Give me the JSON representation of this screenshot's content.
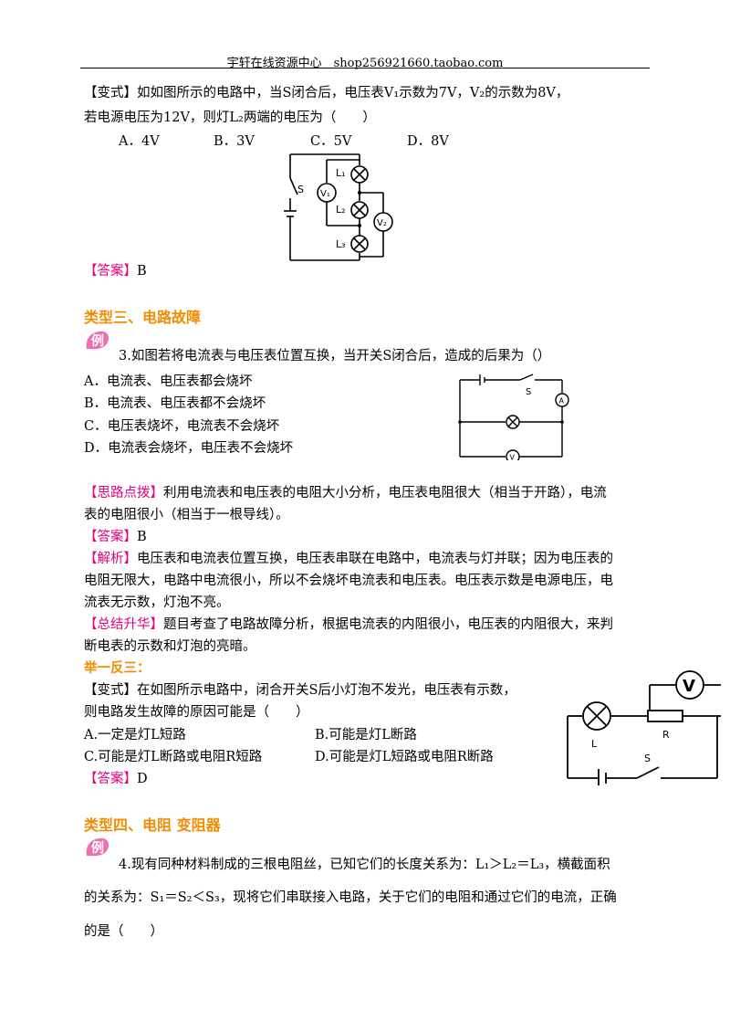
{
  "header": {
    "text": "宇轩在线资源中心　shop256921660.taobao.com"
  },
  "variant1": {
    "tag": "【变式】",
    "line1": "如如图所示的电路中，当S闭合后，电压表V₁示数为7V，V₂的示数为8V，",
    "line2": "若电源电压为12V，则灯L₂两端的电压为（　　）",
    "options": [
      "A．4V",
      "B．3V",
      "C．5V",
      "D．8V"
    ],
    "answer_tag": "【答案】",
    "answer": "B",
    "fig_labels": {
      "l1": "L₁",
      "l2": "L₂",
      "l3": "L₃",
      "s": "S",
      "v1": "V₁",
      "v2": "V₂"
    }
  },
  "section3": {
    "title": "类型三、电路故障",
    "badge": "例",
    "question": "3.如图若将电流表与电压表位置互换，当开关S闭合后，造成的后果为（）",
    "options": [
      "A．电流表、电压表都会烧坏",
      "B．电流表、电压表都不会烧坏",
      "C．电压表烧坏，电流表不会烧坏",
      "D．电流表会烧坏，电压表不会烧坏"
    ],
    "fig_labels": {
      "s": "S",
      "a": "A",
      "v": "V"
    },
    "hint_tag": "【思路点拨】",
    "hint_l1": "利用电流表和电压表的电阻大小分析，电压表电阻很大（相当于开路），电流",
    "hint_l2": "表的电阻很小（相当于一根导线）。",
    "answer_tag": "【答案】",
    "answer": "B",
    "analysis_tag": "【解析】",
    "analysis_l1": "电压表和电流表位置互换，电压表串联在电路中，电流表与灯并联；因为电压表的",
    "analysis_l2": "电阻无限大，电路中电流很小，所以不会烧坏电流表和电压表。电压表示数是电源电压，电",
    "analysis_l3": "流表无示数，灯泡不亮。",
    "summary_tag": "【总结升华】",
    "summary_l1": "题目考查了电路故障分析，根据电流表的内阻很小，电压表的内阻很大，来判",
    "summary_l2": "断电表的示数和灯泡的亮暗。",
    "practice_title": "举一反三：",
    "variant_tag": "【变式】",
    "variant_l1": "在如图所示电路中，闭合开关S后小灯泡不发光，电压表有示数，",
    "variant_l2": "则电路发生故障的原因可能是（　　）",
    "variant_options": [
      "A.一定是灯L短路",
      "B.可能是灯L断路",
      "C.可能是灯L断路或电阻R短路",
      "D.可能是灯L短路或电阻R断路"
    ],
    "variant_answer_tag": "【答案】",
    "variant_answer": "D",
    "fig2_labels": {
      "v": "V",
      "l": "L",
      "r": "R",
      "s": "S"
    }
  },
  "section4": {
    "title": "类型四、电阻  变阻器",
    "badge": "例",
    "q_l1": "4.现有同种材料制成的三根电阻丝，已知它们的长度关系为：L₁＞L₂＝L₃，横截面积",
    "q_l2": "的关系为：S₁＝S₂＜S₃，现将它们串联接入电路，关于它们的电阻和通过它们的电流，正确",
    "q_l3": "的是（　　）"
  }
}
